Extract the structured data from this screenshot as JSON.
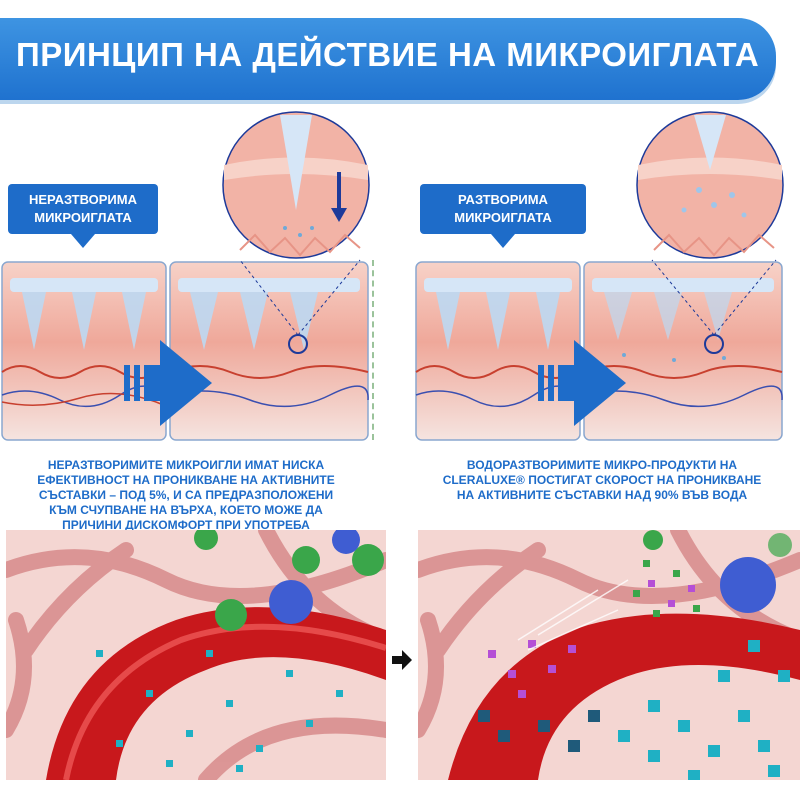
{
  "title": "ПРИНЦИП НА ДЕЙСТВИЕ НА МИКРОИГЛАТА",
  "left": {
    "callout": [
      "НЕРАЗТВОРИМА",
      "МИКРОИГЛАТА"
    ],
    "description": [
      "НЕРАЗТВОРИМИТЕ МИКРОИГЛИ ИМАТ НИСКА",
      "ЕФЕКТИВНОСТ НА ПРОНИКВАНЕ НА АКТИВНИТЕ",
      "СЪСТАВКИ – ПОД 5%, И СА ПРЕДРАЗПОЛОЖЕНИ",
      "КЪМ СЧУПВАНЕ НА ВЪРХА, КОЕТО МОЖЕ ДА",
      "ПРИЧИНИ ДИСКОМФОРТ ПРИ УПОТРЕБА"
    ]
  },
  "right": {
    "callout": [
      "РАЗТВОРИМА",
      "МИКРОИГЛАТА"
    ],
    "description": [
      "ВОДОРАЗТВОРИМИТЕ МИКРО-ПРОДУКТИ НА",
      "CLERALUXE® ПОСТИГАТ СКОРОСТ НА ПРОНИКВАНЕ",
      "НА АКТИВНИТЕ СЪСТАВКИ НАД 90% ВЪВ ВОДА"
    ]
  },
  "colors": {
    "brand_blue": "#1e6cc9",
    "skin": "#f2b3a6",
    "vessel": "#c8181c",
    "cyan_particles": "#1fb0c4"
  },
  "icons": [
    "down-arrow-icon",
    "right-arrow-icon",
    "black-arrow-icon"
  ]
}
